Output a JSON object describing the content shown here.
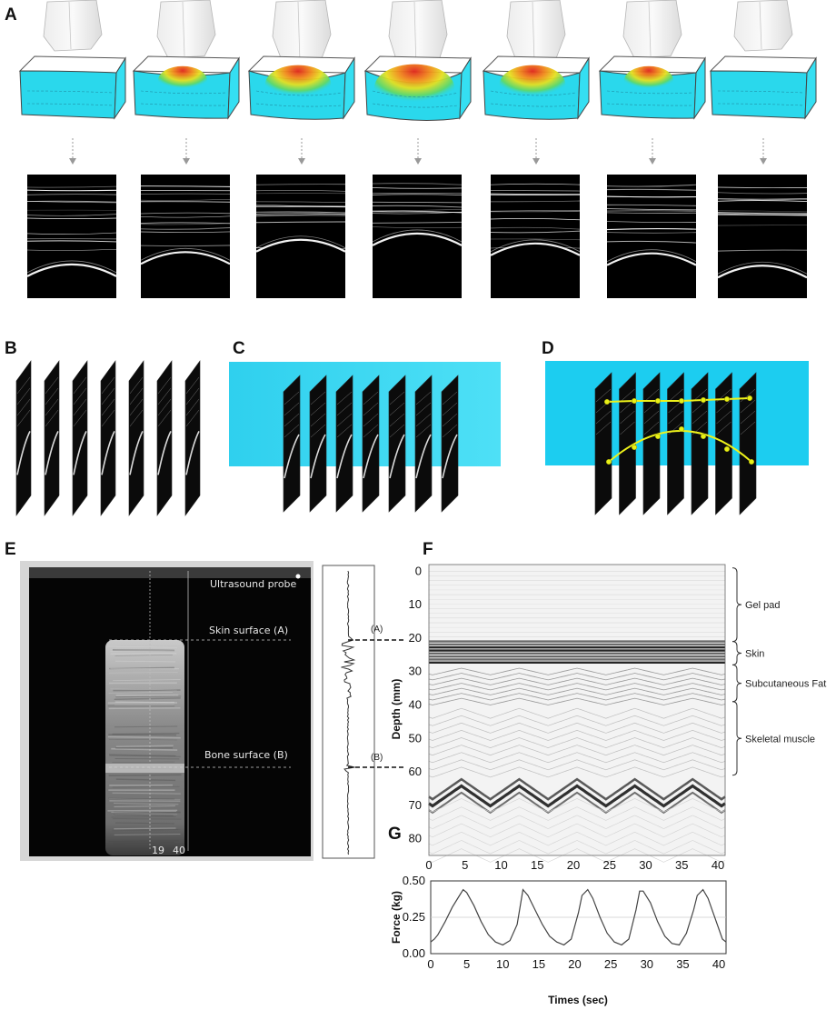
{
  "panels": {
    "a": "A",
    "b": "B",
    "c": "C",
    "d": "D",
    "e": "E",
    "f": "F",
    "g": "G"
  },
  "panel_a": {
    "deformation_levels": [
      0.0,
      0.35,
      0.7,
      1.0,
      0.7,
      0.35,
      0.0
    ],
    "bone_depths": [
      0.72,
      0.62,
      0.52,
      0.47,
      0.55,
      0.63,
      0.73
    ]
  },
  "panel_e": {
    "labels": {
      "probe": "Ultrasound probe",
      "skin": "Skin surface (A)",
      "bone": "Bone surface (B)",
      "a_marker": "(A)",
      "b_marker": "(B)",
      "scale_left": "19",
      "scale_right": "40"
    }
  },
  "chart_data": [
    {
      "id": "F",
      "type": "heatmap",
      "title": "",
      "xlabel": "",
      "ylabel": "Depth (mm)",
      "xlim": [
        0,
        41
      ],
      "ylim": [
        85,
        -2
      ],
      "x_ticks": [
        "0",
        "5",
        "10",
        "15",
        "20",
        "25",
        "30",
        "35",
        "40"
      ],
      "y_ticks": [
        "0",
        "10",
        "20",
        "30",
        "40",
        "50",
        "60",
        "70",
        "80"
      ],
      "regions": [
        {
          "name": "Gel pad",
          "from": -1,
          "to": 21
        },
        {
          "name": "Skin",
          "from": 21,
          "to": 28
        },
        {
          "name": "Subcutaneous Fat",
          "from": 28,
          "to": 39
        },
        {
          "name": "Skeletal muscle",
          "from": 39,
          "to": 61
        }
      ],
      "bone_echo_depth_range": [
        61,
        67
      ],
      "cycle_period_sec": 8
    },
    {
      "id": "G",
      "type": "line",
      "title": "",
      "xlabel": "Times (sec)",
      "ylabel": "Force (kg)",
      "xlim": [
        0,
        41
      ],
      "ylim": [
        0,
        0.5
      ],
      "x_ticks": [
        "0",
        "5",
        "10",
        "15",
        "20",
        "25",
        "30",
        "35",
        "40"
      ],
      "y_ticks": [
        "0.00",
        "0.25",
        "0.50"
      ],
      "gridline_y": [
        0.25
      ],
      "x": [
        0,
        0.5,
        1,
        2,
        3,
        4,
        4.5,
        5,
        6,
        7,
        8,
        9,
        10,
        11,
        12,
        12.8,
        13.5,
        14.5,
        15.5,
        16.5,
        17.5,
        18.5,
        19.5,
        20.5,
        21,
        21.8,
        22.5,
        23.5,
        24.5,
        25.5,
        26.5,
        27.5,
        28.5,
        29,
        29.5,
        30.5,
        31.5,
        32.5,
        33.5,
        34.5,
        35.5,
        36.5,
        37,
        37.8,
        38.5,
        39.5,
        40.5,
        41
      ],
      "y": [
        0.08,
        0.1,
        0.13,
        0.22,
        0.32,
        0.4,
        0.44,
        0.42,
        0.33,
        0.22,
        0.13,
        0.08,
        0.06,
        0.09,
        0.2,
        0.44,
        0.4,
        0.3,
        0.2,
        0.12,
        0.08,
        0.06,
        0.1,
        0.28,
        0.4,
        0.44,
        0.38,
        0.25,
        0.14,
        0.08,
        0.06,
        0.1,
        0.3,
        0.43,
        0.43,
        0.35,
        0.22,
        0.12,
        0.07,
        0.06,
        0.14,
        0.3,
        0.4,
        0.44,
        0.38,
        0.24,
        0.1,
        0.08
      ]
    }
  ]
}
